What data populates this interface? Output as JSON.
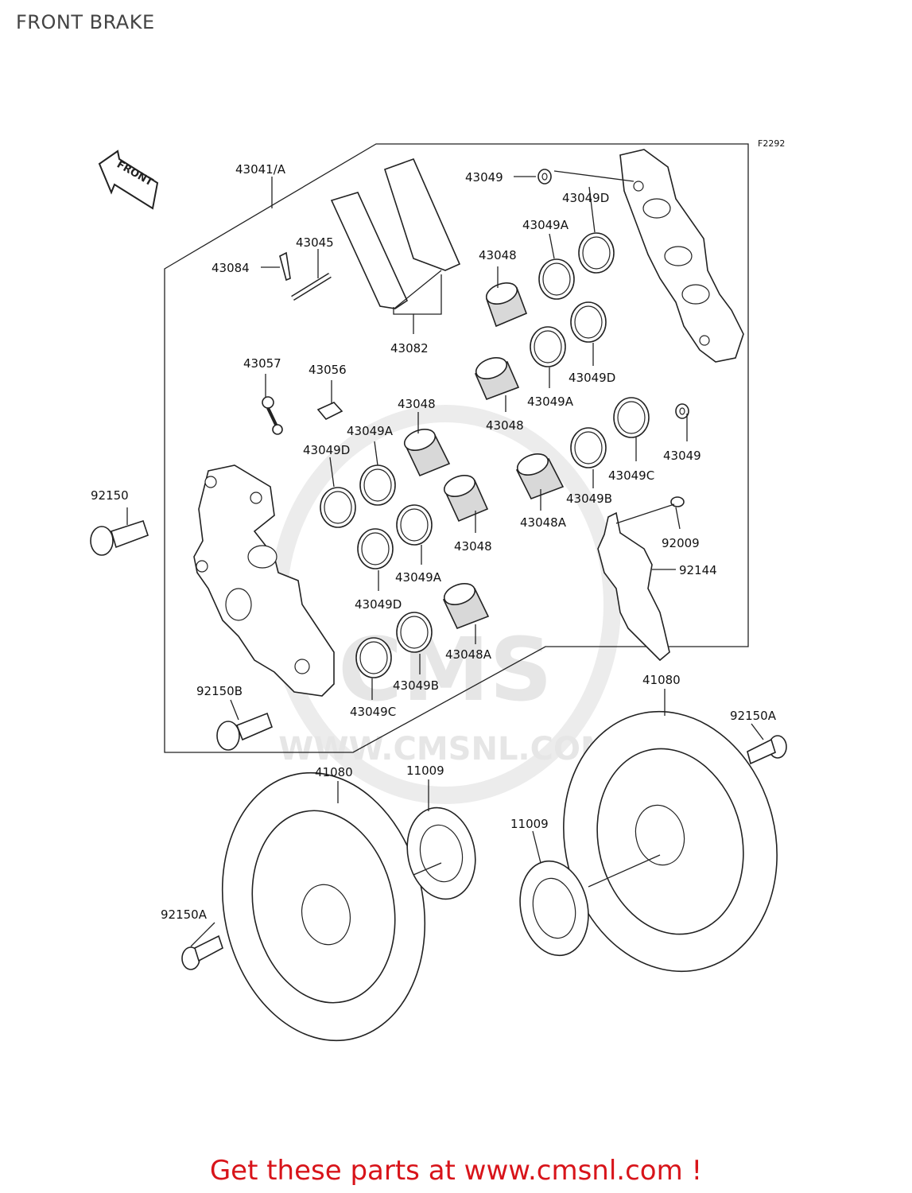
{
  "title": "FRONT BRAKE",
  "reference_code": "F2292",
  "orientation_tag": "FRONT",
  "watermark": {
    "text_large": "CMS",
    "text_url": "WWW.CMSNL.COM"
  },
  "labels": {
    "caliper_assy": "43041/A",
    "pin_clip": "43084",
    "pin": "43045",
    "pads": "43082",
    "bleeder_cap": "43057",
    "bleeder_valve": "43056",
    "bolt_caliper_top": "92150",
    "bolt_caliper_bottom": "92150B",
    "nut_top": "43049",
    "nut_right": "43049",
    "piston_top": "43048",
    "piston_mid": "43048",
    "piston_left_a": "43048",
    "piston_left_b": "43048",
    "piston_a_right": "43048A",
    "piston_a_left": "43048A",
    "seal_a_1": "43049A",
    "seal_a_2": "43049A",
    "seal_a_3": "43049A",
    "seal_a_4": "43049A",
    "seal_d_1": "43049D",
    "seal_d_2": "43049D",
    "seal_d_3": "43049D",
    "seal_d_4": "43049D",
    "seal_b_right": "43049B",
    "seal_b_left": "43049B",
    "seal_c_right": "43049C",
    "seal_c_left": "43049C",
    "bracket_bolt": "92009",
    "bracket": "92144",
    "disc_left": "41080",
    "disc_right": "41080",
    "shim_left": "11009",
    "shim_right": "11009",
    "disc_bolt_left": "92150A",
    "disc_bolt_right": "92150A"
  },
  "footer": "Get these parts at www.cmsnl.com !"
}
